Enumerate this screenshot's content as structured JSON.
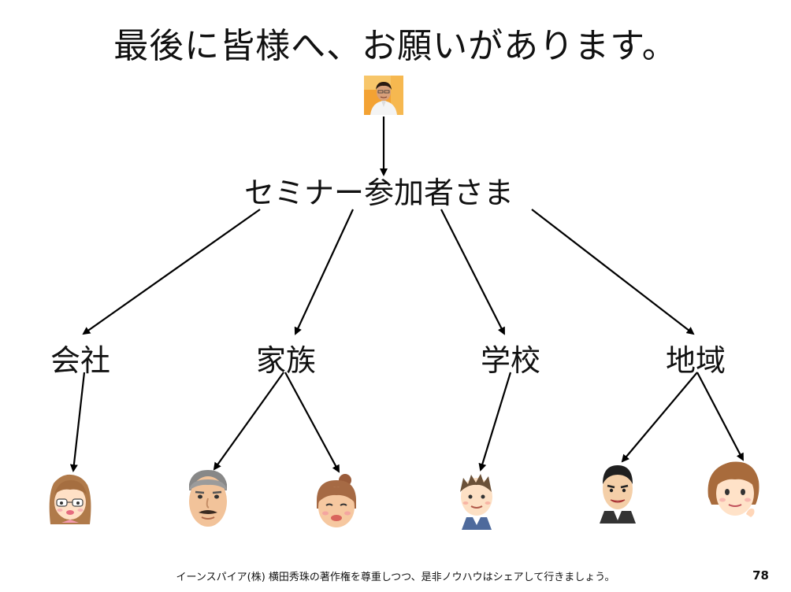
{
  "slide": {
    "title": "最後に皆様へ、お願いがあります。",
    "root_label": "セミナー参加者さま",
    "groups": {
      "company": "会社",
      "family": "家族",
      "school": "学校",
      "community": "地域"
    },
    "footer": "イーンスパイア(株) 横田秀珠の著作権を尊重しつつ、是非ノウハウはシェアして行きましょう。",
    "page_number": "78"
  }
}
